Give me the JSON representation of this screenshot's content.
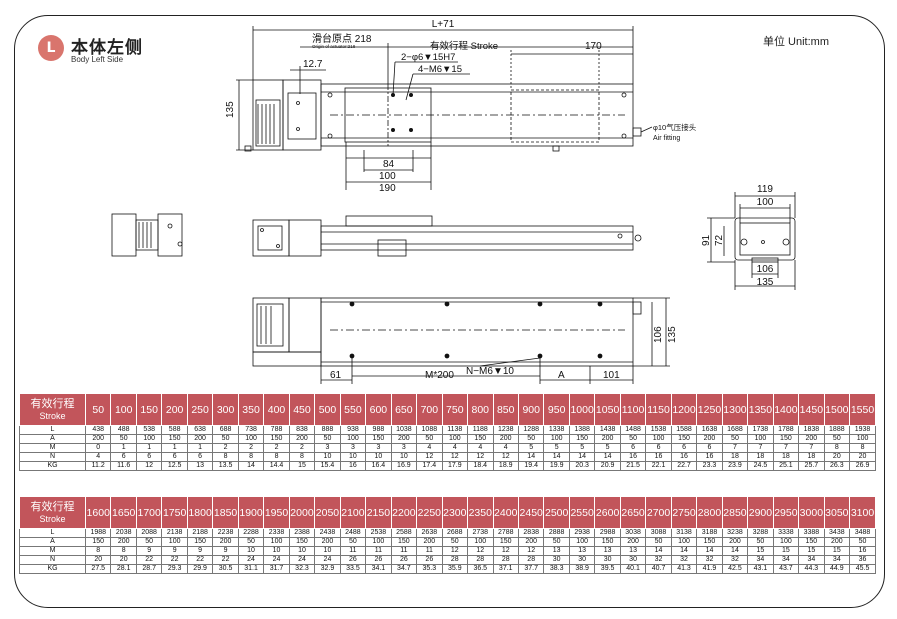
{
  "header": {
    "badge": "L",
    "title_cn": "本体左侧",
    "title_en": "Body Left Side",
    "unit": "单位 Unit:mm"
  },
  "drawing": {
    "dims": {
      "overall": "L+71",
      "origin_cn": "滑台原点 218",
      "origin_en": "Origin of actuator:218",
      "stroke": "有效行程 Stroke",
      "d170": "170",
      "d127": "12.7",
      "hole1": "2−φ6▼15H7",
      "hole2": "4−M6▼15",
      "d135a": "135",
      "d84": "84",
      "d100a": "100",
      "d190": "190",
      "air_cn": "φ10气压接头",
      "air_en": "Air fitting",
      "d119": "119",
      "d100b": "100",
      "d91": "91",
      "d72": "72",
      "d106a": "106",
      "d135b": "135",
      "d106b": "106",
      "d135c": "135",
      "d61": "61",
      "m200": "M*200",
      "nm6": "N−M6▼10",
      "a": "A",
      "d101": "101"
    }
  },
  "table1": {
    "header_cn": "有效行程",
    "header_en": "Stroke",
    "strokes": [
      "50",
      "100",
      "150",
      "200",
      "250",
      "300",
      "350",
      "400",
      "450",
      "500",
      "550",
      "600",
      "650",
      "700",
      "750",
      "800",
      "850",
      "900",
      "950",
      "1000",
      "1050",
      "1100",
      "1150",
      "1200",
      "1250",
      "1300",
      "1350",
      "1400",
      "1450",
      "1500",
      "1550"
    ],
    "rows": [
      {
        "label": "L",
        "values": [
          "438",
          "488",
          "538",
          "588",
          "638",
          "688",
          "738",
          "788",
          "838",
          "888",
          "938",
          "988",
          "1038",
          "1088",
          "1138",
          "1188",
          "1238",
          "1288",
          "1338",
          "1388",
          "1438",
          "1488",
          "1538",
          "1588",
          "1638",
          "1688",
          "1738",
          "1788",
          "1838",
          "1888",
          "1938"
        ]
      },
      {
        "label": "A",
        "values": [
          "200",
          "50",
          "100",
          "150",
          "200",
          "50",
          "100",
          "150",
          "200",
          "50",
          "100",
          "150",
          "200",
          "50",
          "100",
          "150",
          "200",
          "50",
          "100",
          "150",
          "200",
          "50",
          "100",
          "150",
          "200",
          "50",
          "100",
          "150",
          "200",
          "50",
          "100"
        ]
      },
      {
        "label": "M",
        "values": [
          "0",
          "1",
          "1",
          "1",
          "1",
          "2",
          "2",
          "2",
          "2",
          "3",
          "3",
          "3",
          "3",
          "4",
          "4",
          "4",
          "4",
          "5",
          "5",
          "5",
          "5",
          "6",
          "6",
          "6",
          "6",
          "7",
          "7",
          "7",
          "7",
          "8",
          "8"
        ]
      },
      {
        "label": "N",
        "values": [
          "4",
          "6",
          "6",
          "6",
          "6",
          "8",
          "8",
          "8",
          "8",
          "10",
          "10",
          "10",
          "10",
          "12",
          "12",
          "12",
          "12",
          "14",
          "14",
          "14",
          "14",
          "16",
          "16",
          "16",
          "16",
          "18",
          "18",
          "18",
          "18",
          "20",
          "20"
        ]
      },
      {
        "label": "KG",
        "values": [
          "11.2",
          "11.6",
          "12",
          "12.5",
          "13",
          "13.5",
          "14",
          "14.4",
          "15",
          "15.4",
          "16",
          "16.4",
          "16.9",
          "17.4",
          "17.9",
          "18.4",
          "18.9",
          "19.4",
          "19.9",
          "20.3",
          "20.9",
          "21.5",
          "22.1",
          "22.7",
          "23.3",
          "23.9",
          "24.5",
          "25.1",
          "25.7",
          "26.3",
          "26.9"
        ]
      }
    ]
  },
  "table2": {
    "header_cn": "有效行程",
    "header_en": "Stroke",
    "strokes": [
      "1600",
      "1650",
      "1700",
      "1750",
      "1800",
      "1850",
      "1900",
      "1950",
      "2000",
      "2050",
      "2100",
      "2150",
      "2200",
      "2250",
      "2300",
      "2350",
      "2400",
      "2450",
      "2500",
      "2550",
      "2600",
      "2650",
      "2700",
      "2750",
      "2800",
      "2850",
      "2900",
      "2950",
      "3000",
      "3050",
      "3100"
    ],
    "rows": [
      {
        "label": "L",
        "values": [
          "1988",
          "2038",
          "2088",
          "2138",
          "2188",
          "2238",
          "2288",
          "2338",
          "2388",
          "2438",
          "2488",
          "2538",
          "2588",
          "2638",
          "2688",
          "2738",
          "2788",
          "2838",
          "2888",
          "2938",
          "2988",
          "3038",
          "3088",
          "3138",
          "3188",
          "3238",
          "3288",
          "3338",
          "3388",
          "3438",
          "3488"
        ]
      },
      {
        "label": "A",
        "values": [
          "150",
          "200",
          "50",
          "100",
          "150",
          "200",
          "50",
          "100",
          "150",
          "200",
          "50",
          "100",
          "150",
          "200",
          "50",
          "100",
          "150",
          "200",
          "50",
          "100",
          "150",
          "200",
          "50",
          "100",
          "150",
          "200",
          "50",
          "100",
          "150",
          "200",
          "50"
        ]
      },
      {
        "label": "M",
        "values": [
          "8",
          "8",
          "9",
          "9",
          "9",
          "9",
          "10",
          "10",
          "10",
          "10",
          "11",
          "11",
          "11",
          "11",
          "12",
          "12",
          "12",
          "12",
          "13",
          "13",
          "13",
          "13",
          "14",
          "14",
          "14",
          "14",
          "15",
          "15",
          "15",
          "15",
          "16"
        ]
      },
      {
        "label": "N",
        "values": [
          "20",
          "20",
          "22",
          "22",
          "22",
          "22",
          "24",
          "24",
          "24",
          "24",
          "26",
          "26",
          "26",
          "26",
          "28",
          "28",
          "28",
          "28",
          "30",
          "30",
          "30",
          "30",
          "32",
          "32",
          "32",
          "32",
          "34",
          "34",
          "34",
          "34",
          "36"
        ]
      },
      {
        "label": "KG",
        "values": [
          "27.5",
          "28.1",
          "28.7",
          "29.3",
          "29.9",
          "30.5",
          "31.1",
          "31.7",
          "32.3",
          "32.9",
          "33.5",
          "34.1",
          "34.7",
          "35.3",
          "35.9",
          "36.5",
          "37.1",
          "37.7",
          "38.3",
          "38.9",
          "39.5",
          "40.1",
          "40.7",
          "41.3",
          "41.9",
          "42.5",
          "43.1",
          "43.7",
          "44.3",
          "44.9",
          "45.5"
        ]
      }
    ]
  }
}
